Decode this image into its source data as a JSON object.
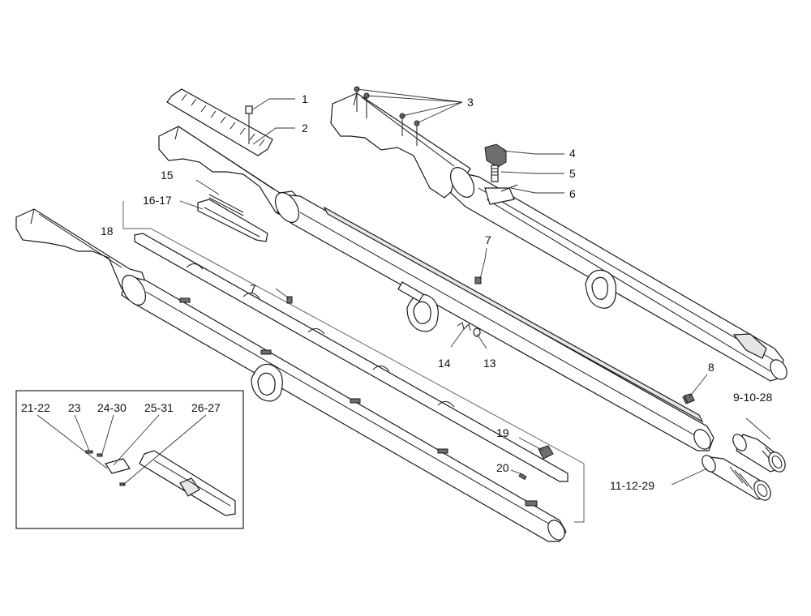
{
  "callouts": {
    "c1": "1",
    "c2": "2",
    "c3": "3",
    "c4": "4",
    "c5": "5",
    "c6": "6",
    "c7a": "7",
    "c7b": "7",
    "c8": "8",
    "c9": "9-10-28",
    "c11": "11-12-29",
    "c13": "13",
    "c14": "14",
    "c15": "15",
    "c16": "16-17",
    "c18": "18",
    "c19": "19",
    "c20": "20",
    "c21": "21-22",
    "c23": "23",
    "c24": "24-30",
    "c25": "25-31",
    "c26": "26-27"
  }
}
